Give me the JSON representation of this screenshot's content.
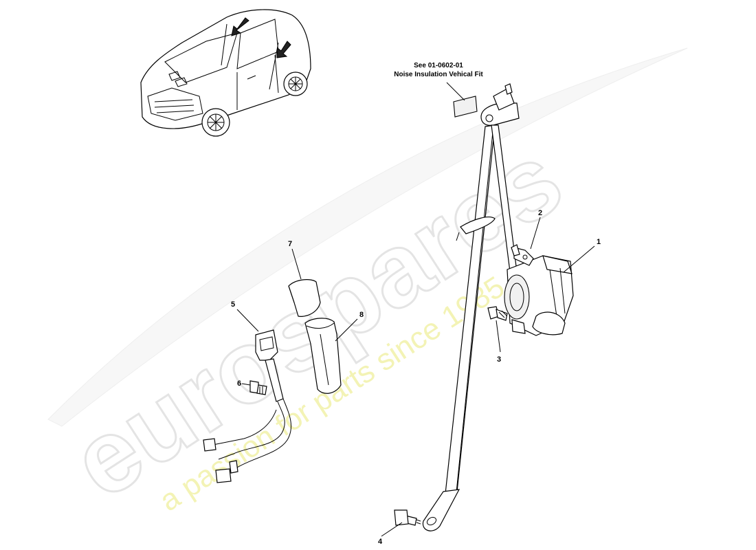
{
  "watermark": {
    "brand": "eurospares",
    "tagline": "a passion for parts since 1985"
  },
  "note": {
    "line1": "See 01-0602-01",
    "line2": "Noise Insulation Vehical Fit"
  },
  "callouts": [
    {
      "id": "1",
      "label": "1"
    },
    {
      "id": "2",
      "label": "2"
    },
    {
      "id": "3",
      "label": "3"
    },
    {
      "id": "4",
      "label": "4"
    },
    {
      "id": "5",
      "label": "5"
    },
    {
      "id": "6",
      "label": "6"
    },
    {
      "id": "7",
      "label": "7"
    },
    {
      "id": "8",
      "label": "8"
    }
  ]
}
